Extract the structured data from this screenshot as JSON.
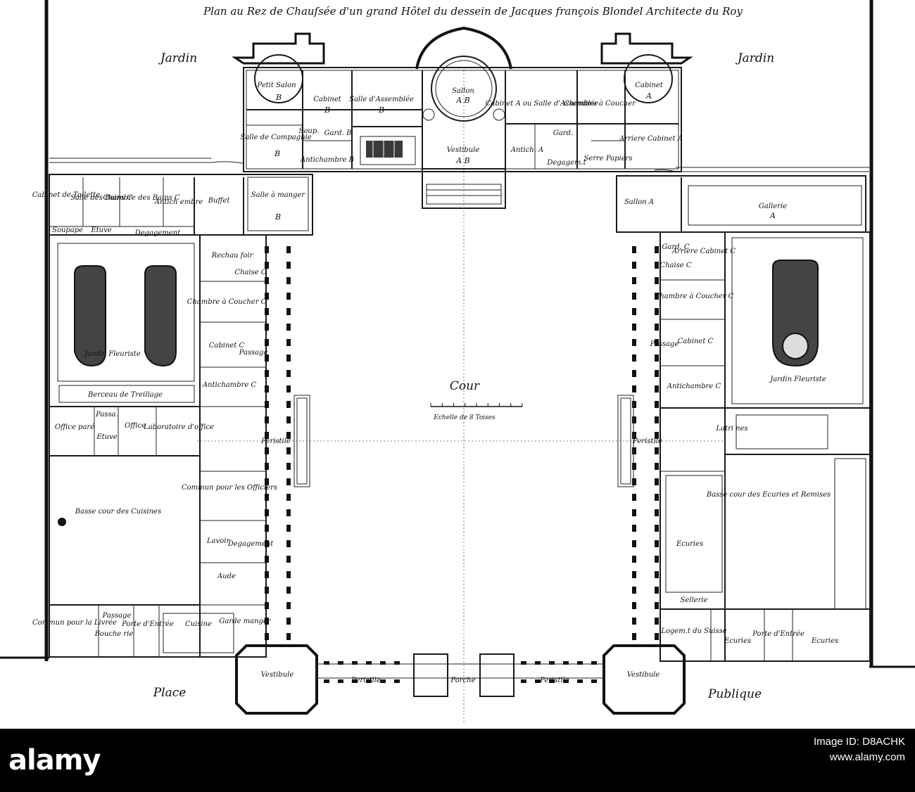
{
  "title": "Plan au Rez de Chauſsée d'un grand Hôtel du dessein de Jacques françois Blondel Architecte du Roy",
  "labels": {
    "jardin_left": "Jardin",
    "jardin_right": "Jardin",
    "place": "Place",
    "publique": "Publique",
    "cour": "Cour",
    "echelle": "Echelle de 8 Toises"
  },
  "rooms": {
    "petit_salon": "Petit Salon",
    "petit_salon_letter": "B",
    "cabinet_b": "Cabinet",
    "cabinet_b_letter": "B",
    "salle_assemblee": "Salle d'Assemblée",
    "salle_assemblee_letter": "B",
    "sallon": "Sallon",
    "sallon_letter": "A B",
    "cabinet_salle": "Cabinet A ou Salle d'Assemblée",
    "chambre_coucher_a": "Chambre à Coucher",
    "cabinet_a": "Cabinet",
    "cabinet_a_letter": "A",
    "salle_compagnie": "Salle de Compagnie",
    "salle_compagnie_letter": "B",
    "soup": "Soup.",
    "gard_b": "Gard. B",
    "antichambre_b": "Antichambre B",
    "vestibule_top": "Vestibule",
    "vestibule_top_letter": "A B",
    "antich_a": "Antich. A",
    "gard_a": "Gard.",
    "degagem": "Degagem.t",
    "serre_papiers": "Serre Papiers",
    "arriere_cabinet": "Arriere Cabinet A",
    "cabinet_toilette": "Cabinet de Toilette",
    "salle_bains": "Salle des Bains C",
    "chambre_bains": "Chambre des Bains C",
    "antichambre_c_top": "Antich embre",
    "buffet": "Buffet",
    "salle_manger": "Salle à manger",
    "salle_manger_letter": "B",
    "sallon_a": "Sallon A",
    "gallerie": "Gallerie",
    "gallerie_letter": "A",
    "soupape": "Soupape",
    "etuve_top": "Etuve",
    "degagement": "Degagement",
    "rechaufoir": "Rechau foir",
    "chaise_c": "Chaise C",
    "chambre_coucher_c": "Chambre à Coucher C",
    "cabinet_c": "Cabinet C",
    "passage": "Passage",
    "antichambre_c": "Antichambre C",
    "jardin_fleuriste_left": "Jardin Fleuriste",
    "berceau": "Berceau de Treillage",
    "gard_c": "Gard. C",
    "arriere_cabinet_c": "Arriere Cabinet C",
    "chaise_c_right": "Chaise C",
    "chambre_coucher_c_right": "Chambre à Coucher C",
    "cabinet_c_right": "Cabinet C",
    "passage_right": "Passage",
    "antichambre_c_right": "Antichambre C",
    "jardin_fleuriste_right": "Jardin Fleuriste",
    "office_pare": "Office paré",
    "passage_office": "Passa.",
    "etuve": "Etuve",
    "office": "Office",
    "laboratoire": "Laboratoire d'office",
    "peristile_left": "Peristile",
    "peristile_right": "Peristile",
    "latrines": "Latri nes",
    "commun_officiers": "Commun pour les Officiers",
    "basse_cour_cuisines": "Basse cour des Cuisines",
    "lavoir": "Lavoir",
    "degagement_side": "Degagement",
    "aude": "Aude",
    "basse_cour_ecuries": "Basse cour des Ecuries et Remises",
    "ecuries_right": "Ecuries",
    "sellerie": "Sellerie",
    "commun_livree": "Commun pour la Livrée",
    "passage_bottom": "Passage",
    "bouche_rie": "Bouche rie",
    "porte_entree_left": "Porte d'Entrée",
    "cuisine": "Cuisine",
    "garde_manger": "Garde manger",
    "logement_suisse": "Logem.t du Suisse",
    "ecuries_bottom_left": "Ecuries",
    "porte_entree_right": "Porte d'Entrée",
    "ecuries_bottom_right": "Ecuries",
    "vestibule_left": "Vestibule",
    "peristile_bottom_left": "Peristile",
    "porche": "Porche",
    "peristile_bottom_right": "Peristile",
    "vestibule_right": "Vestibule"
  },
  "watermark": {
    "logo": "alamy",
    "line1": "Image ID: D8ACHK",
    "line2": "www.alamy.com"
  }
}
